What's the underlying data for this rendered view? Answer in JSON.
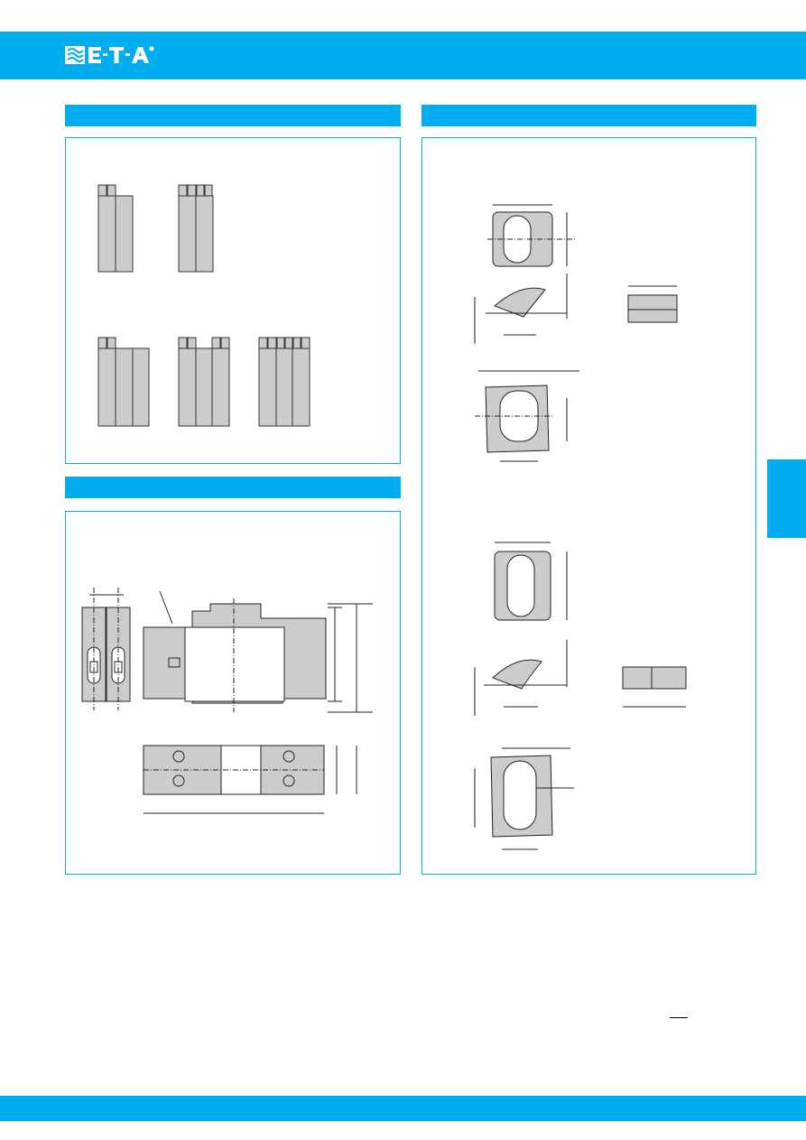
{
  "page": {
    "brand": "E-T-A",
    "colors": {
      "accent": "#00aeef",
      "drawing_fill": "#cccccc",
      "line": "#222222"
    }
  },
  "sections": [
    {
      "id": "pole-configurations",
      "heading": ""
    },
    {
      "id": "dimensions",
      "heading": ""
    },
    {
      "id": "panel-mounting",
      "heading": ""
    }
  ]
}
